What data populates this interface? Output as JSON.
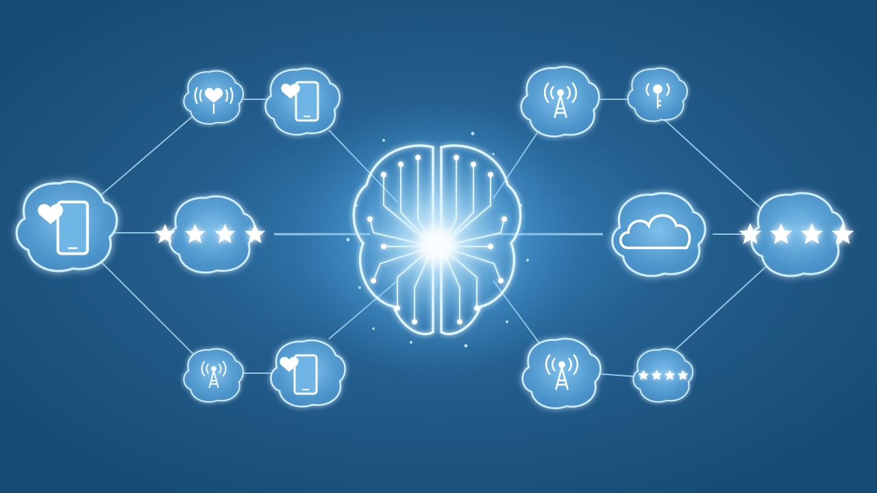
{
  "scene": {
    "description_type": "ai-brain-network-illustration",
    "colors": {
      "background": "#1e5a86",
      "background_glow": "#3d8cc8",
      "node_fill": "#4d96cf",
      "node_stroke": "#cfeeff",
      "line": "#a9d8f5",
      "icon": "#ffffff",
      "brain": "#dff6ff"
    },
    "nodes": [
      {
        "id": "node-top-left-heart-signal",
        "icon": "heart-signal-icon"
      },
      {
        "id": "node-top-left-phone",
        "icon": "phone-heart-icon"
      },
      {
        "id": "node-left-phone-heart",
        "icon": "phone-heart-icon"
      },
      {
        "id": "node-left-stars",
        "icon": "stars-icon",
        "rating": 4
      },
      {
        "id": "node-bottom-left-tower",
        "icon": "tower-icon"
      },
      {
        "id": "node-bottom-left-phone",
        "icon": "phone-heart-icon"
      },
      {
        "id": "node-top-right-tower",
        "icon": "tower-icon"
      },
      {
        "id": "node-top-right-key",
        "icon": "key-signal-icon"
      },
      {
        "id": "node-right-cloud",
        "icon": "cloud-icon"
      },
      {
        "id": "node-right-stars",
        "icon": "stars-icon",
        "rating": 4
      },
      {
        "id": "node-bottom-right-tower",
        "icon": "tower-icon"
      },
      {
        "id": "node-bottom-right-stars",
        "icon": "stars-icon",
        "rating": 4
      }
    ]
  }
}
